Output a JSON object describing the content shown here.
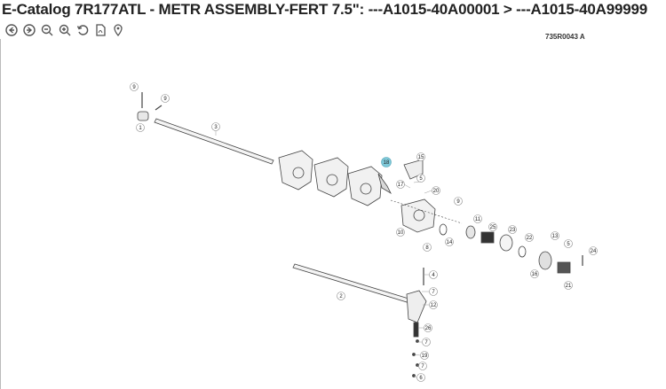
{
  "header": {
    "title": "E-Catalog 7R177ATL - METR ASSEMBLY-FERT 7.5\": ---A1015-40A00001 > ---A1015-40A99999"
  },
  "toolbar": {
    "tools": [
      {
        "name": "back-icon"
      },
      {
        "name": "forward-icon"
      },
      {
        "name": "zoom-out-icon"
      },
      {
        "name": "zoom-in-icon"
      },
      {
        "name": "reset-icon"
      },
      {
        "name": "pdf-icon"
      },
      {
        "name": "location-pin-icon"
      }
    ]
  },
  "diagram": {
    "code": "735R0043  A",
    "highlight_color": "#7ec8d8",
    "callouts": [
      {
        "label": "9"
      },
      {
        "label": "9"
      },
      {
        "label": "1"
      },
      {
        "label": "3"
      },
      {
        "label": "18"
      },
      {
        "label": "15"
      },
      {
        "label": "5"
      },
      {
        "label": "17"
      },
      {
        "label": "20"
      },
      {
        "label": "9"
      },
      {
        "label": "10"
      },
      {
        "label": "8"
      },
      {
        "label": "14"
      },
      {
        "label": "11"
      },
      {
        "label": "25"
      },
      {
        "label": "23"
      },
      {
        "label": "22"
      },
      {
        "label": "13"
      },
      {
        "label": "5"
      },
      {
        "label": "24"
      },
      {
        "label": "16"
      },
      {
        "label": "21"
      },
      {
        "label": "4"
      },
      {
        "label": "7"
      },
      {
        "label": "2"
      },
      {
        "label": "12"
      },
      {
        "label": "26"
      },
      {
        "label": "7"
      },
      {
        "label": "19"
      },
      {
        "label": "7"
      },
      {
        "label": "6"
      }
    ]
  }
}
